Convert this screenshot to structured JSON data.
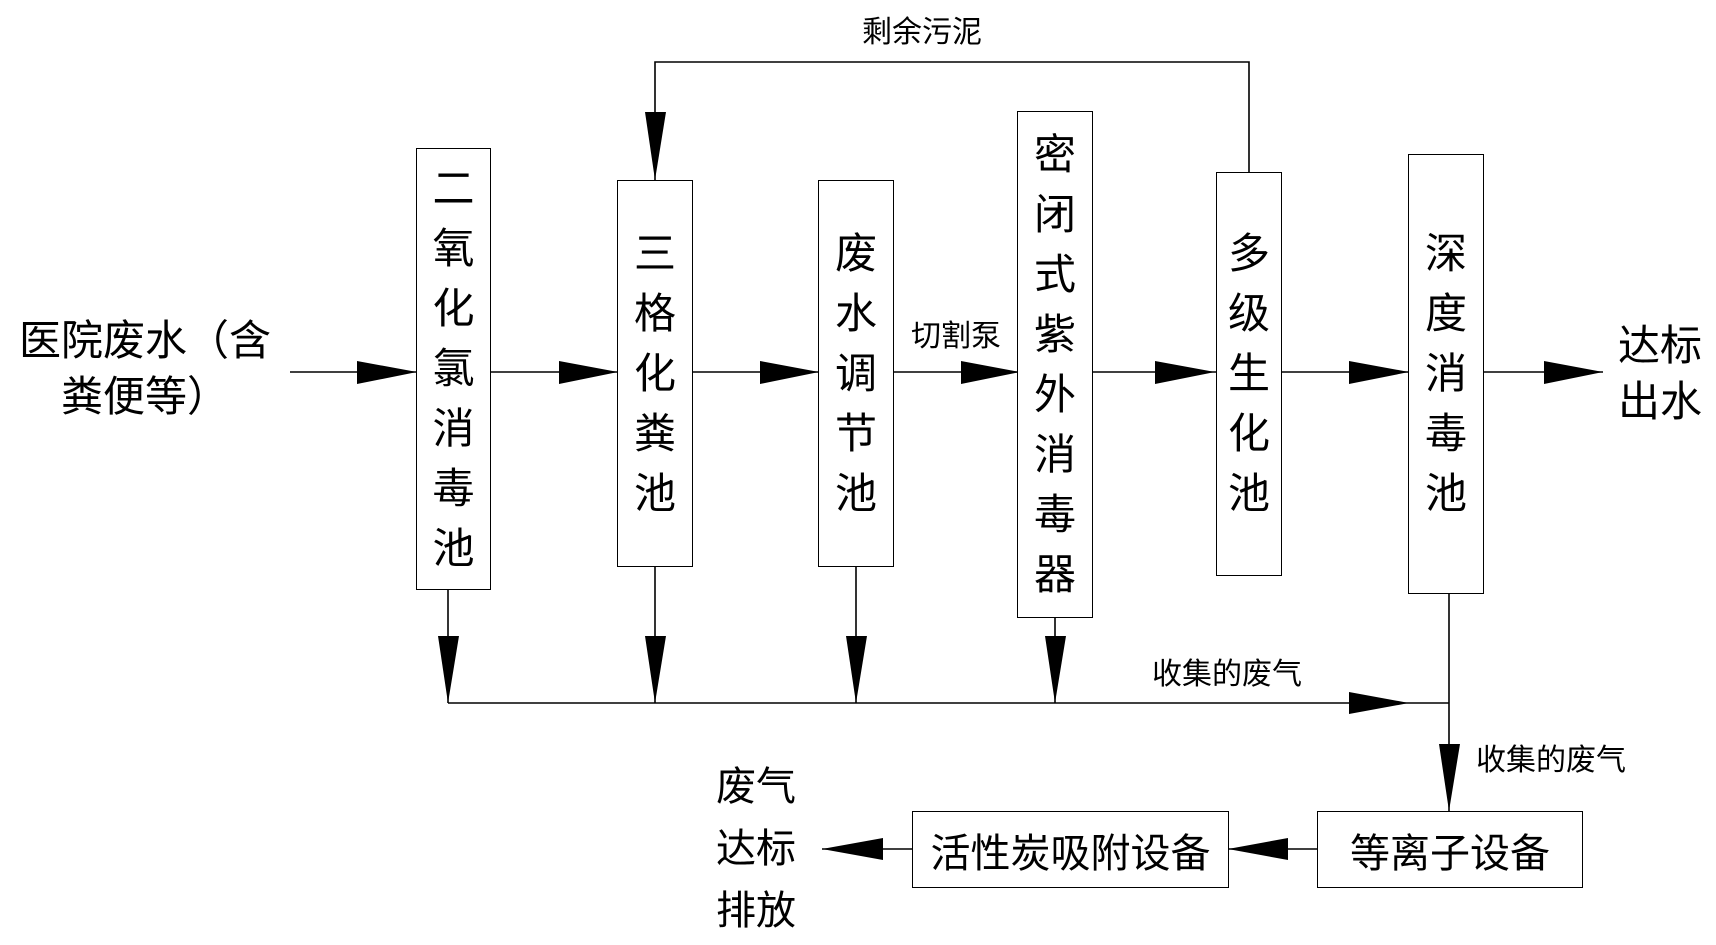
{
  "diagram": {
    "type": "process-flowchart",
    "input_label": [
      "医院废水（含",
      "粪便等）"
    ],
    "output_water_label": [
      "达标",
      "出水"
    ],
    "output_gas_label": [
      "废气",
      "达标",
      "排放"
    ],
    "process_units": [
      {
        "id": "chlorine-dioxide-tank",
        "label": "二氧化氯消毒池"
      },
      {
        "id": "septic-tank",
        "label": "三格化粪池"
      },
      {
        "id": "equalization-tank",
        "label": "废水调节池"
      },
      {
        "id": "uv-disinfector",
        "label": "密闭式紫外消毒器"
      },
      {
        "id": "biochemical-tank",
        "label": "多级生化池"
      },
      {
        "id": "deep-disinfection-tank",
        "label": "深度消毒池"
      }
    ],
    "gas_units": [
      {
        "id": "plasma-device",
        "label": "等离子设备"
      },
      {
        "id": "activated-carbon-device",
        "label": "活性炭吸附设备"
      }
    ],
    "edge_labels": {
      "sludge_return": "剩余污泥",
      "cutting_pump": "切割泵",
      "collected_gas_horizontal": "收集的废气",
      "collected_gas_vertical": "收集的废气"
    },
    "edges": [
      {
        "from": "input",
        "to": "chlorine-dioxide-tank"
      },
      {
        "from": "chlorine-dioxide-tank",
        "to": "septic-tank"
      },
      {
        "from": "septic-tank",
        "to": "equalization-tank"
      },
      {
        "from": "equalization-tank",
        "to": "uv-disinfector",
        "label": "切割泵"
      },
      {
        "from": "uv-disinfector",
        "to": "biochemical-tank"
      },
      {
        "from": "biochemical-tank",
        "to": "deep-disinfection-tank"
      },
      {
        "from": "deep-disinfection-tank",
        "to": "output-water"
      },
      {
        "from": "biochemical-tank",
        "to": "septic-tank",
        "label": "剩余污泥"
      },
      {
        "from": "chlorine-dioxide-tank",
        "to": "gas-collector"
      },
      {
        "from": "septic-tank",
        "to": "gas-collector"
      },
      {
        "from": "equalization-tank",
        "to": "gas-collector"
      },
      {
        "from": "uv-disinfector",
        "to": "gas-collector"
      },
      {
        "from": "gas-collector",
        "to": "plasma-device",
        "label": "收集的废气"
      },
      {
        "from": "plasma-device",
        "to": "activated-carbon-device"
      },
      {
        "from": "activated-carbon-device",
        "to": "output-gas"
      }
    ]
  }
}
